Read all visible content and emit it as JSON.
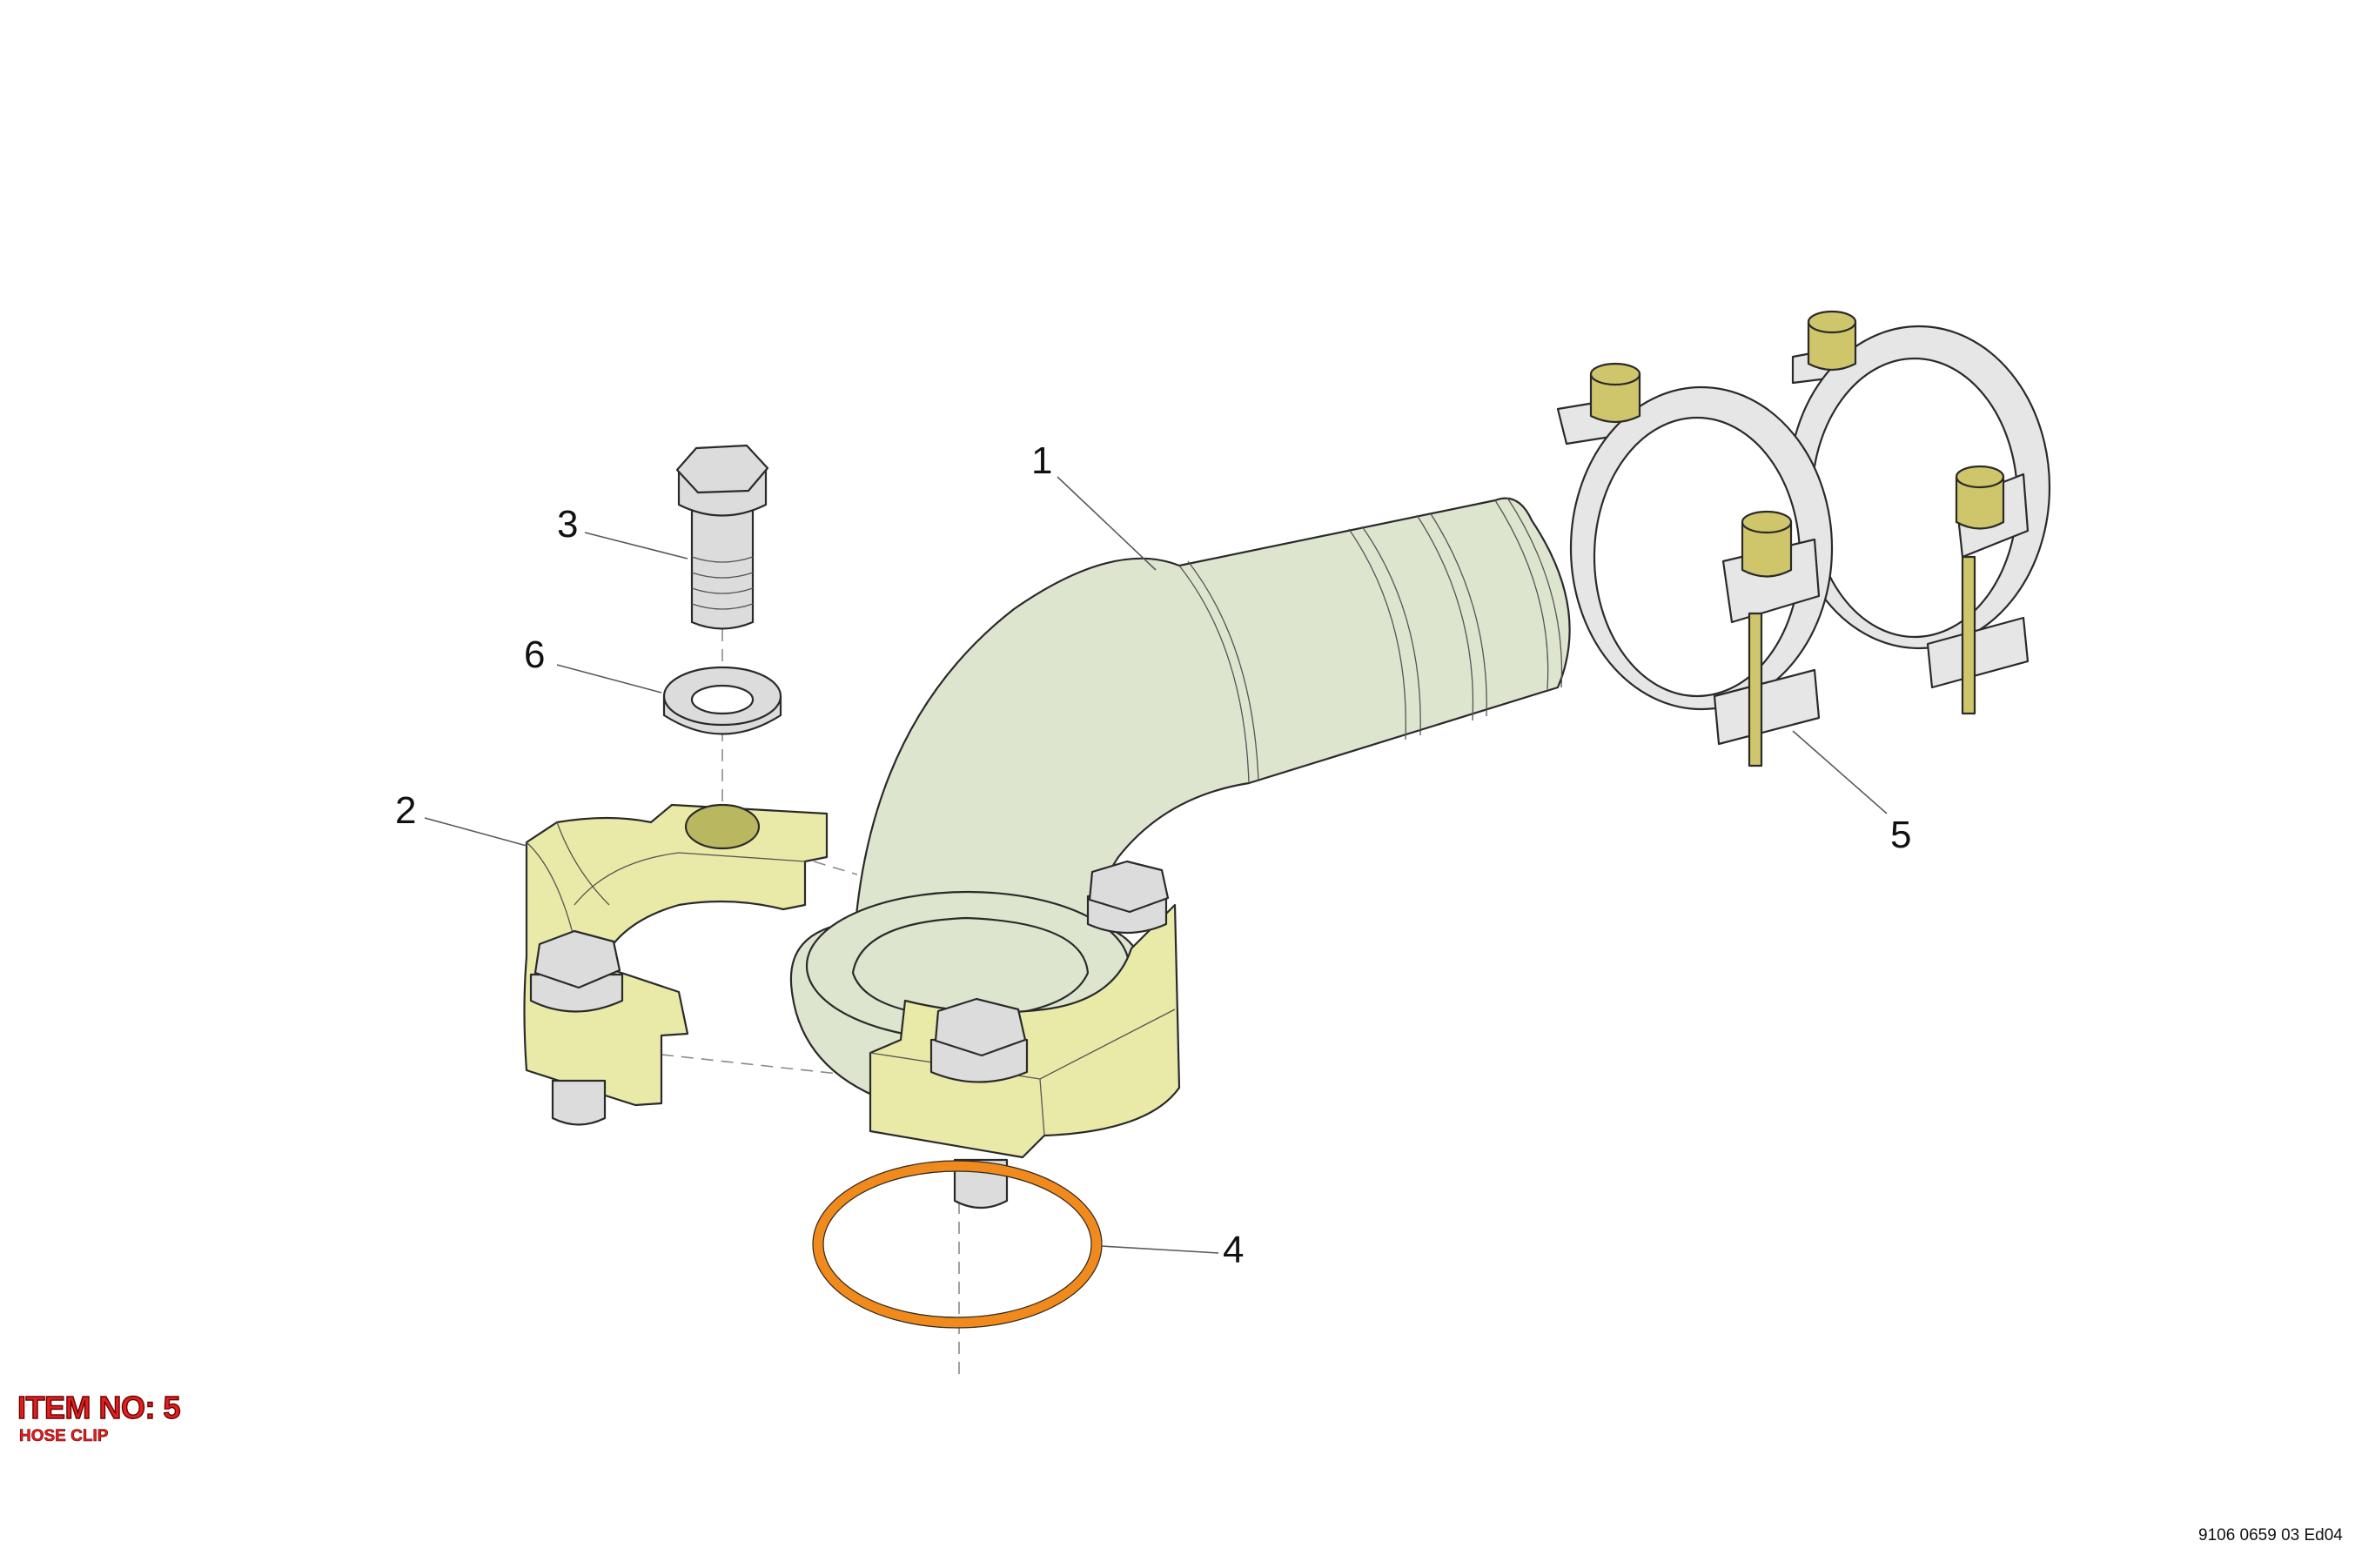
{
  "diagram": {
    "callouts": [
      {
        "id": "1",
        "label": "1"
      },
      {
        "id": "2",
        "label": "2"
      },
      {
        "id": "3",
        "label": "3"
      },
      {
        "id": "4",
        "label": "4"
      },
      {
        "id": "5",
        "label": "5"
      },
      {
        "id": "6",
        "label": "6"
      }
    ],
    "colors": {
      "pipe": "#dde5cf",
      "flange_clamp": "#e9eaa8",
      "hose_clip": "#e6e6e6",
      "bolt": "#dcdcdc",
      "brass_screw": "#cfc56a",
      "o_ring": "#f08a1c",
      "outline": "#2a2a2a",
      "item_text": "#e02020"
    },
    "item_number": "ITEM NO: 5",
    "item_name": "HOSE CLIP",
    "document_code": "9106 0659 03 Ed04"
  }
}
